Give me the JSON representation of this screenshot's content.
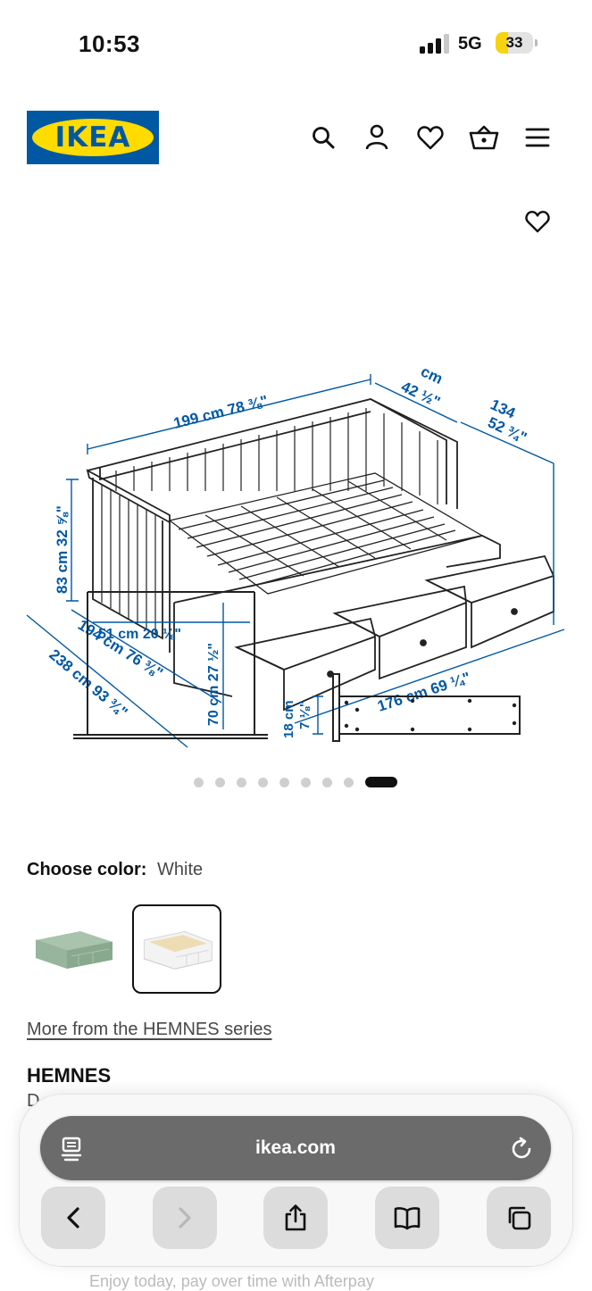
{
  "status_bar": {
    "time": "10:53",
    "network": "5G",
    "battery": "33",
    "battery_color": "#f6d40f"
  },
  "header": {
    "logo_text": "IKEA",
    "logo_colors": {
      "blue": "#0058a3",
      "yellow": "#ffdb00"
    },
    "icons": [
      "search-icon",
      "account-icon",
      "favorites-icon",
      "shopping-cart-icon",
      "menu-icon"
    ]
  },
  "gallery": {
    "dimensions": {
      "width": "199 cm 78 ⅜\"",
      "depth_cm": "cm",
      "depth_in": "42 ½\"",
      "height_extended_cm": "134",
      "height_extended_in": "52 ¾\"",
      "height": "83 cm 32 ⅝\"",
      "inner_length": "194 cm 76 ⅜\"",
      "total_length": "238 cm 93 ¾\"",
      "extended_length": "176 cm 69 ¼\"",
      "seat_depth": "51 cm 20 ⅛\"",
      "seat_height": "70 cm 27 ½\"",
      "drawer_height_cm": "18 cm",
      "drawer_height_in": "7 ⅛\""
    },
    "image_count": 9,
    "active_index": 9,
    "dimension_color": "#0058a3"
  },
  "color_picker": {
    "label": "Choose color:",
    "selected": "White",
    "swatches": [
      "gray-green",
      "white"
    ]
  },
  "series_link": "More from the HEMNES series",
  "product": {
    "name": "HEMNES",
    "description": "D"
  },
  "afterpay_text": "Enjoy today, pay over time with Afterpay",
  "browser": {
    "url": "ikea.com"
  }
}
